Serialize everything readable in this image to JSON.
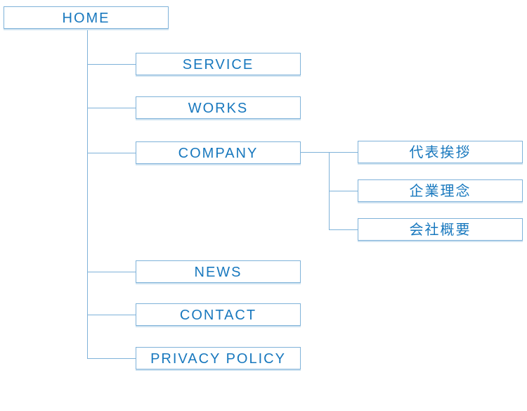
{
  "page": {
    "type": "sitemap-diagram",
    "background": "#ffffff"
  },
  "colors": {
    "box_border": "#7fb2d9",
    "box_shadow": "#cfe3f1",
    "text": "#1878be",
    "connector_line": "#7fb2d9"
  },
  "sitemap": {
    "root": {
      "label": "HOME"
    },
    "children": [
      {
        "label": "SERVICE"
      },
      {
        "label": "WORKS"
      },
      {
        "label": "COMPANY",
        "children": [
          {
            "label": "代表挨拶"
          },
          {
            "label": "企業理念"
          },
          {
            "label": "会社概要"
          }
        ]
      },
      {
        "label": "NEWS"
      },
      {
        "label": "CONTACT"
      },
      {
        "label": "PRIVACY POLICY"
      }
    ]
  }
}
